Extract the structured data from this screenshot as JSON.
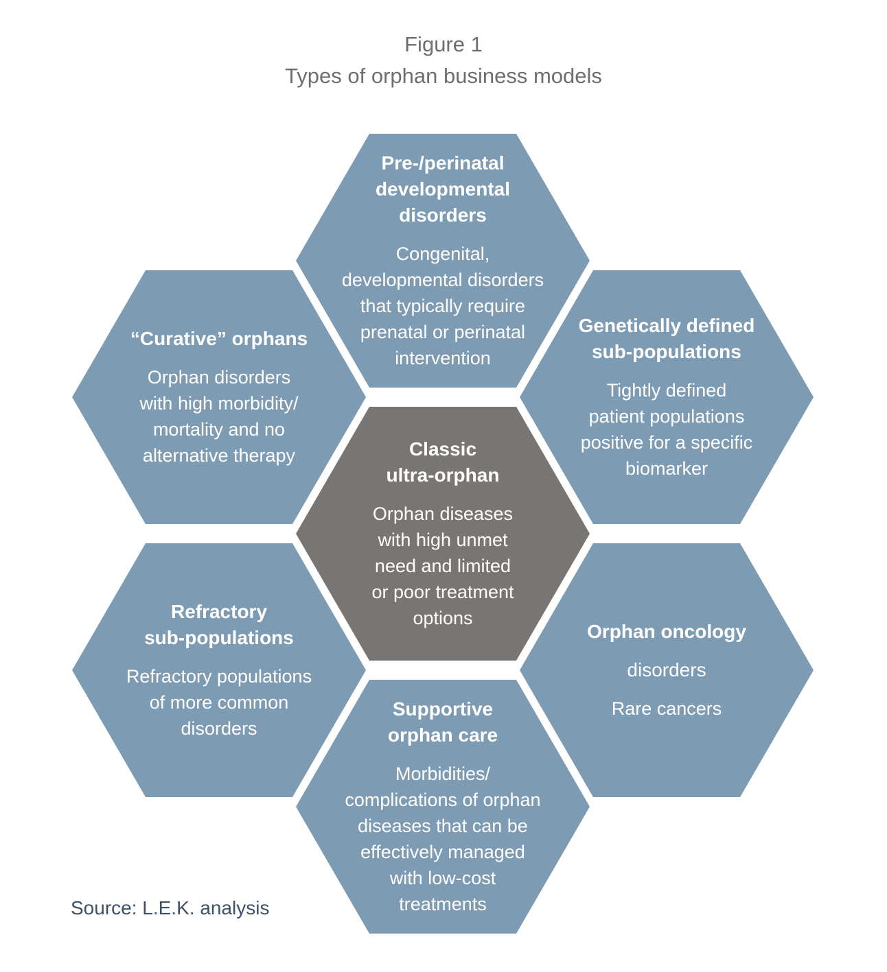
{
  "figure": {
    "label": "Figure 1",
    "title": "Types of orphan business models"
  },
  "hexagons": {
    "pre_perinatal": {
      "title": "Pre-/perinatal\ndevelopmental\ndisorders",
      "body": "Congenital,\ndevelopmental disorders\nthat typically require\nprenatal or perinatal\nintervention"
    },
    "curative_orphans": {
      "title": "“Curative” orphans",
      "body": "Orphan disorders\nwith high morbidity/\nmortality and no\nalternative therapy"
    },
    "genetically_defined": {
      "title": "Genetically defined\nsub-populations",
      "body": "Tightly defined\npatient populations\npositive for a specific\nbiomarker"
    },
    "classic_ultra_orphan": {
      "title": "Classic\nultra-orphan",
      "body": "Orphan diseases\nwith high unmet\nneed and limited\nor poor treatment\noptions"
    },
    "refractory_subpopulations": {
      "title": "Refractory\nsub-populations",
      "body": "Refractory populations\nof more common\ndisorders"
    },
    "orphan_oncology": {
      "title": "Orphan oncology",
      "subtitle": "disorders",
      "body": "Rare cancers"
    },
    "supportive_orphan_care": {
      "title": "Supportive\norphan care",
      "body": "Morbidities/\ncomplications of orphan\ndiseases that can be\neffectively managed\nwith low-cost\ntreatments"
    }
  },
  "source": "Source: L.E.K. analysis",
  "colors": {
    "hex_blue": "#7D9BB3",
    "hex_gray": "#797572",
    "title_gray": "#6D6E71",
    "source_dark": "#3E5265",
    "text_white": "#FFFFFF",
    "page_bg": "#FFFFFF"
  }
}
